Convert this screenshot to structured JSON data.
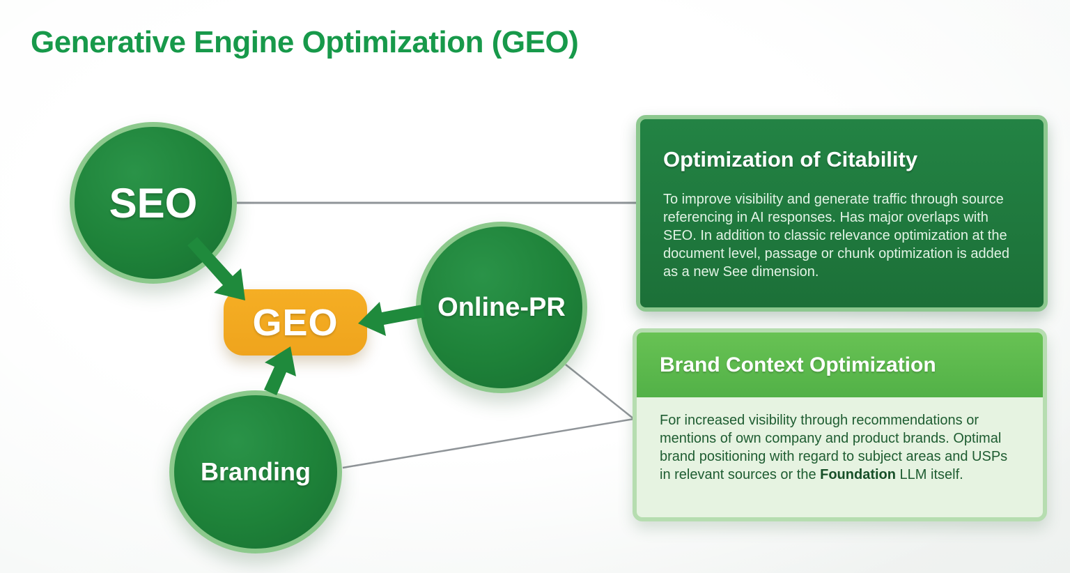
{
  "page": {
    "title": "Generative Engine Optimization (GEO)"
  },
  "nodes": {
    "seo": {
      "label": "SEO"
    },
    "geo": {
      "label": "GEO"
    },
    "online_pr": {
      "label": "Online-PR"
    },
    "branding": {
      "label": "Branding"
    }
  },
  "cards": {
    "citability": {
      "title": "Optimization of Citability",
      "body": "To improve visibility and generate traffic through source referencing in AI responses. Has major overlaps with SEO. In addition to classic relevance optimization at the document level, passage or chunk optimization is added as a new See dimension."
    },
    "brand_context": {
      "title": "Brand Context Optimization",
      "body_start": "For increased visibility through recommendations or mentions of own company and product brands. Optimal brand positioning with regard to subject areas and USPs in relevant sources or the ",
      "body_bold": "Foundation",
      "body_end": " LLM itself."
    }
  },
  "connections": [
    {
      "from": "SEO",
      "to": "Optimization of Citability"
    },
    {
      "from": "Online-PR",
      "to": "Brand Context Optimization"
    },
    {
      "from": "Branding",
      "to": "Brand Context Optimization"
    },
    {
      "from": "SEO",
      "to": "GEO",
      "type": "arrow"
    },
    {
      "from": "Online-PR",
      "to": "GEO",
      "type": "arrow"
    },
    {
      "from": "Branding",
      "to": "GEO",
      "type": "arrow"
    }
  ],
  "colors": {
    "title_green": "#17994a",
    "node_green": "#1e8239",
    "node_border": "#8cc98c",
    "geo_orange": "#efa41d",
    "arrow_green": "#1f8a3c",
    "connector_gray": "#8f9498",
    "card_dark_green": "#1f7a3c",
    "card_dark_border": "#8dc88f",
    "card_light_header": "#52b147",
    "card_light_body": "#e6f3e1",
    "card_light_border": "#b6ddb0",
    "card_light_text": "#1e5c31"
  }
}
